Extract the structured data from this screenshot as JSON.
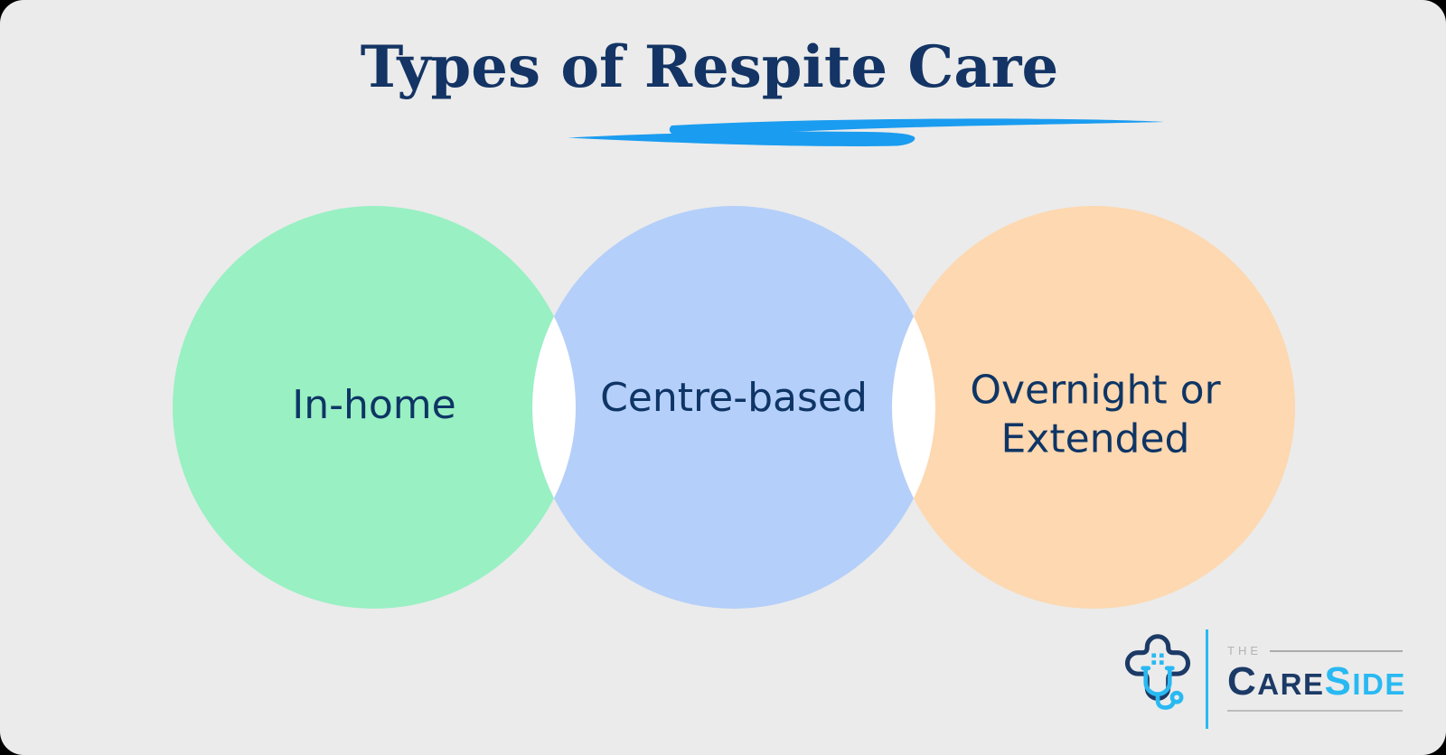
{
  "canvas": {
    "background": "#EBEBEB",
    "outer_background": "#000000"
  },
  "header": {
    "title": "Types of Respite Care",
    "title_color": "#133464",
    "underline_color": "#1A9CF0"
  },
  "diagram": {
    "label_color": "#0E3565",
    "overlap_color": "#FFFFFF",
    "circles": [
      {
        "label": "In-home",
        "color": "#99F0C3"
      },
      {
        "label": "Centre-based",
        "color": "#B4CFF9"
      },
      {
        "label": "Overnight or Extended",
        "color": "#FDD8B0"
      }
    ]
  },
  "logo": {
    "the": "THE",
    "care_initial": "C",
    "care_rest": "ARE",
    "side_initial": "S",
    "side_rest": "IDE",
    "navy": "#1C3A66",
    "blue": "#29B9F2",
    "the_color": "#B3B3B3",
    "rule_color": "#BDBDBD"
  }
}
